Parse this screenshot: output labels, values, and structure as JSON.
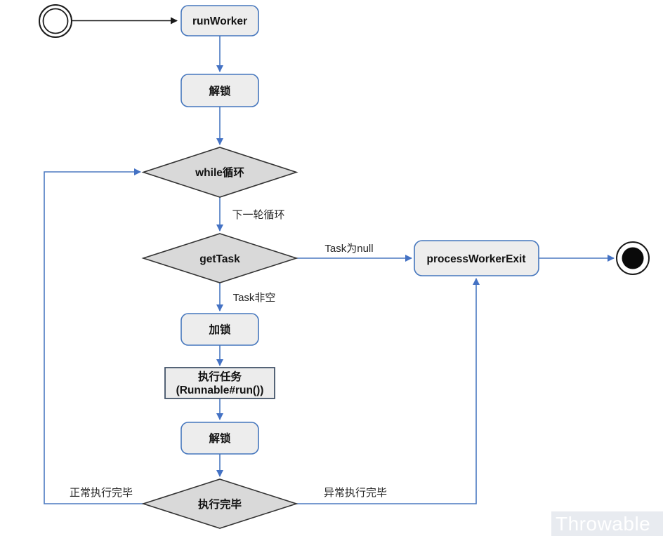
{
  "diagram": {
    "type": "flowchart-activity-diagram",
    "nodes": {
      "run_worker": {
        "label": "runWorker",
        "shape": "rounded-rect"
      },
      "unlock_top": {
        "label": "解锁",
        "shape": "rounded-rect"
      },
      "while_loop": {
        "label": "while循环",
        "shape": "diamond"
      },
      "get_task": {
        "label": "getTask",
        "shape": "diamond"
      },
      "lock": {
        "label": "加锁",
        "shape": "rounded-rect"
      },
      "execute_task": {
        "label_line1": "执行任务",
        "label_line2": "(Runnable#run())",
        "shape": "rect"
      },
      "unlock_bottom": {
        "label": "解锁",
        "shape": "rounded-rect"
      },
      "exec_done": {
        "label": "执行完毕",
        "shape": "diamond"
      },
      "process_worker_exit": {
        "label": "processWorkerExit",
        "shape": "rounded-rect"
      },
      "start": {
        "shape": "initial-node"
      },
      "end": {
        "shape": "final-node"
      }
    },
    "edge_labels": {
      "next_loop": "下一轮循环",
      "task_null": "Task为null",
      "task_not_null": "Task非空",
      "normal_done": "正常执行完毕",
      "abnormal_done": "异常执行完毕"
    },
    "colors": {
      "connector_blue": "#4b79c1",
      "connector_black": "#1a1a1a",
      "box_fill": "#ededed",
      "box_border": "#4576bd",
      "diamond_fill": "#d9d9d9",
      "diamond_border": "#333333",
      "sharp_rect_border": "#44546a"
    }
  },
  "watermark": {
    "text": "Throwable"
  }
}
